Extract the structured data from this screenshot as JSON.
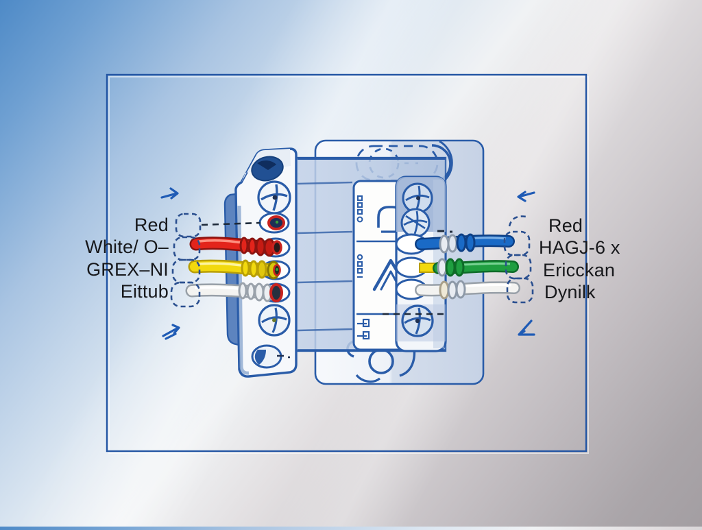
{
  "illustration": {
    "description": "Technical illustration of a wiring terminal junction block with color-coded wires entering from both sides, framed by a thin blue rectangle on a blue-to-gray gradient background",
    "left_wire_labels": [
      {
        "label": "Red"
      },
      {
        "label": "White/ O–"
      },
      {
        "label": "GREX–NI"
      },
      {
        "label": "Eittub"
      }
    ],
    "right_wire_labels": [
      {
        "label": "Red"
      },
      {
        "label": "HAGJ-6 x"
      },
      {
        "label": "Ericckan"
      },
      {
        "label": "Dynilk"
      }
    ],
    "plate": {
      "sections": [
        {
          "icon": "bell-arch"
        },
        {
          "icon": "chevron-up"
        },
        {
          "icon": "terminal-marks"
        }
      ]
    },
    "icons": {
      "top_left": "arrow-right",
      "bottom_left": "double-arrow-up-right",
      "top_right": "arrow-left",
      "bottom_right": "angle-arrow-left",
      "top_center": "rotation-dashed-outline",
      "bottom_center": "mounting-tab-hole"
    },
    "colors": {
      "frame_blue": "#2a5ca8",
      "outline_blue": "#2a5ca8",
      "label_text": "#17181b",
      "wire_red": "#e3241b",
      "wire_red_dark": "#8c1410",
      "wire_yellow": "#f2d90e",
      "wire_yellow_dark": "#b99f06",
      "wire_white": "#f3f3f1",
      "wire_white_dark": "#98a0a8",
      "wire_blue": "#1a6ac6",
      "wire_blue_dark": "#0d3f85",
      "wire_green": "#1f9e40",
      "wire_green_dark": "#0e6b28",
      "terminal_ring_red": "#c8231f",
      "dashed_cap": "#2a4f8f",
      "leader_dash": "#1e2a3a",
      "bg_top_left": "#4e8ac7",
      "bg_bottom_right": "#a39ea2"
    }
  }
}
